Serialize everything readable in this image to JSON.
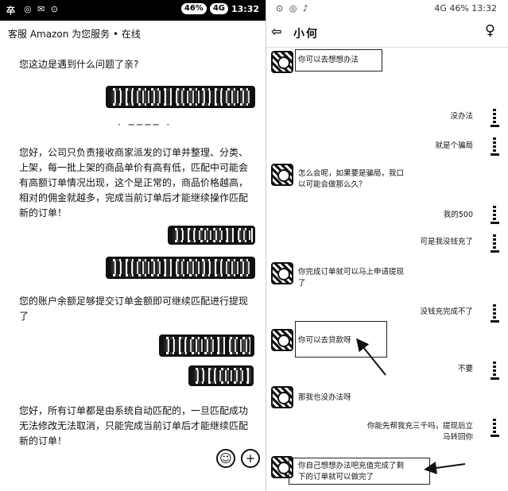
{
  "left": {
    "status": {
      "left": "卒",
      "icons": "◎ ✉ ⊙",
      "battery": "46%",
      "signal": "4G",
      "time": "13:32"
    },
    "title": "客服 Amazon 为您服务 • 在线",
    "messages": [
      "您这边是遇到什么问题了亲?",
      "您好，公司只负责接收商家派发的订单并整理、分类、上架，每一批上架的商品单价有高有低，匹配中可能会有高额订单情况出现，这个是正常的，商品价格越高，相对的佣金就越多，完成当前订单后才能继续操作匹配新的订单！",
      "您的账户余额足够提交订单金额即可继续匹配进行提现了",
      "您好，所有订单都是由系统自动匹配的，一旦匹配成功无法修改无法取消，只能完成当前订单后才能继续匹配新的订单！"
    ],
    "bottom_icons": [
      "emoji-icon",
      "plus-icon"
    ],
    "emoji_glyph": "☺",
    "plus_glyph": "+"
  },
  "right": {
    "status": {
      "left": "⊙ ◎ ♪",
      "right": "4G 46% 13:32"
    },
    "header": {
      "back": "⇦",
      "name": "小何",
      "person": "♀"
    },
    "messages": [
      {
        "side": "in",
        "text": "你可以去想想办法"
      },
      {
        "side": "out",
        "text": "没办法"
      },
      {
        "side": "out",
        "text": "就是个骗局"
      },
      {
        "side": "in",
        "text": "怎么会呢，如果要是骗局，我口\n以可能会做那么久？"
      },
      {
        "side": "out",
        "text": "我的500"
      },
      {
        "side": "out",
        "text": "可是我没钱充了"
      },
      {
        "side": "in",
        "text": "你完成订单就可以马上申请提现\n了"
      },
      {
        "side": "out",
        "text": "没钱充完成不了"
      },
      {
        "side": "in",
        "text": "你可以去贷款呀"
      },
      {
        "side": "out",
        "text": "不要"
      },
      {
        "side": "in",
        "text": "那我也没办法呀"
      },
      {
        "side": "out",
        "text": "你能先帮我充三千吗，提现后立\n马转回你"
      },
      {
        "side": "in",
        "text": "你自己想想办法吧充值完成了剩\n下的订单就可以做完了"
      }
    ]
  }
}
